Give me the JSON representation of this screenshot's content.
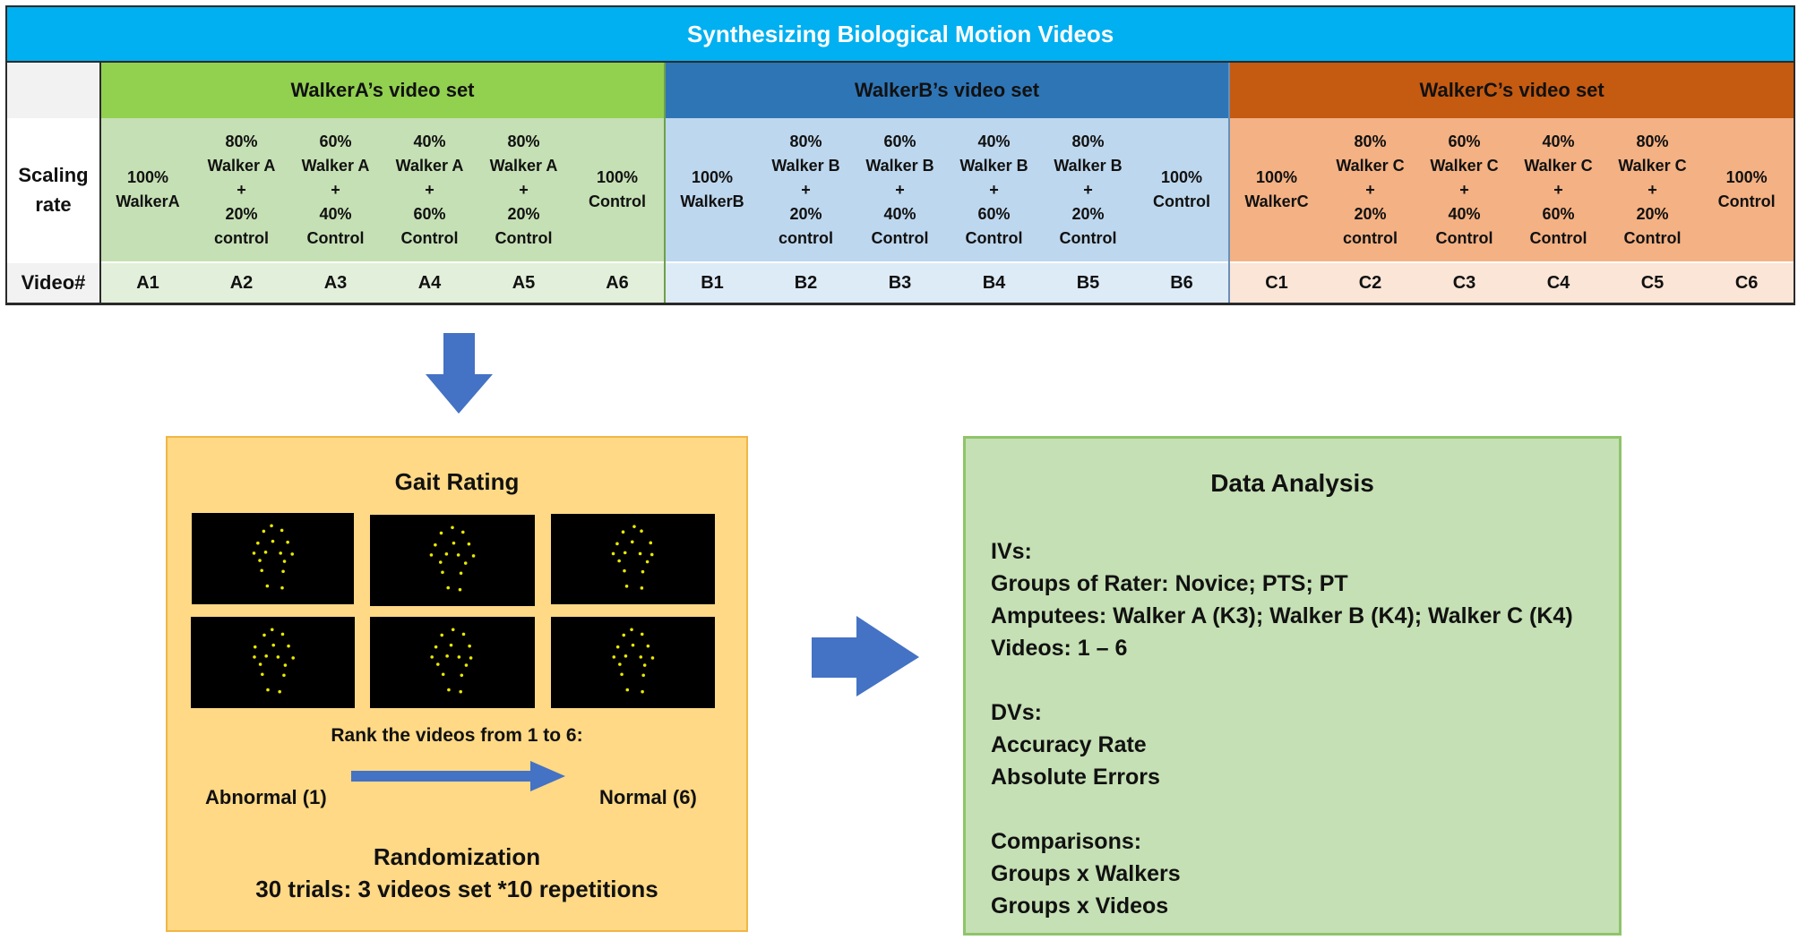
{
  "title": "Synthesizing Biological Motion Videos",
  "sets": [
    {
      "header": "WalkerA’s video set",
      "color": "#92d050",
      "rates": [
        [
          "100%",
          "WalkerA"
        ],
        [
          "80%",
          "Walker A",
          "+",
          "20%",
          "control"
        ],
        [
          "60%",
          "Walker A",
          "+",
          "40%",
          "Control"
        ],
        [
          "40%",
          "Walker A",
          "+",
          "60%",
          "Control"
        ],
        [
          "80%",
          "Walker A",
          "+",
          "20%",
          "Control"
        ],
        [
          "100%",
          "Control"
        ]
      ],
      "videos": [
        "A1",
        "A2",
        "A3",
        "A4",
        "A5",
        "A6"
      ]
    },
    {
      "header": "WalkerB’s video set",
      "color": "#2e75b6",
      "rates": [
        [
          "100%",
          "WalkerB"
        ],
        [
          "80%",
          "Walker B",
          "+",
          "20%",
          "control"
        ],
        [
          "60%",
          "Walker B",
          "+",
          "40%",
          "Control"
        ],
        [
          "40%",
          "Walker B",
          "+",
          "60%",
          "Control"
        ],
        [
          "80%",
          "Walker B",
          "+",
          "20%",
          "Control"
        ],
        [
          "100%",
          "Control"
        ]
      ],
      "videos": [
        "B1",
        "B2",
        "B3",
        "B4",
        "B5",
        "B6"
      ]
    },
    {
      "header": "WalkerC’s video set",
      "color": "#c55a11",
      "rates": [
        [
          "100%",
          "WalkerC"
        ],
        [
          "80%",
          "Walker C",
          "+",
          "20%",
          "control"
        ],
        [
          "60%",
          "Walker C",
          "+",
          "40%",
          "Control"
        ],
        [
          "40%",
          "Walker C",
          "+",
          "60%",
          "Control"
        ],
        [
          "80%",
          "Walker C",
          "+",
          "20%",
          "Control"
        ],
        [
          "100%",
          "Control"
        ]
      ],
      "videos": [
        "C1",
        "C2",
        "C3",
        "C4",
        "C5",
        "C6"
      ]
    }
  ],
  "row_labels": {
    "scaling": [
      "Scaling",
      "rate"
    ],
    "video": "Video#"
  },
  "gait": {
    "title": "Gait Rating",
    "rank_instruction": "Rank the videos from 1 to 6:",
    "abnormal": "Abnormal (1)",
    "normal": "Normal (6)",
    "randomization": "Randomization",
    "trials": "30 trials: 3 videos set *10 repetitions"
  },
  "analysis": {
    "title": "Data Analysis",
    "lines": [
      "IVs:",
      "Groups of Rater: Novice; PTS; PT",
      "Amputees: Walker A (K3); Walker B (K4); Walker C (K4)",
      "Videos: 1 – 6",
      "",
      "DVs:",
      "Accuracy Rate",
      "Absolute Errors",
      "",
      "Comparisons:",
      "Groups x Walkers",
      "Groups x Videos"
    ]
  },
  "colors": {
    "title_bar": "#00b0f0",
    "arrow": "#4472c4",
    "point_light": "#e8e800",
    "gait_box": "#ffd985",
    "analysis_box": "#c5e0b4"
  }
}
